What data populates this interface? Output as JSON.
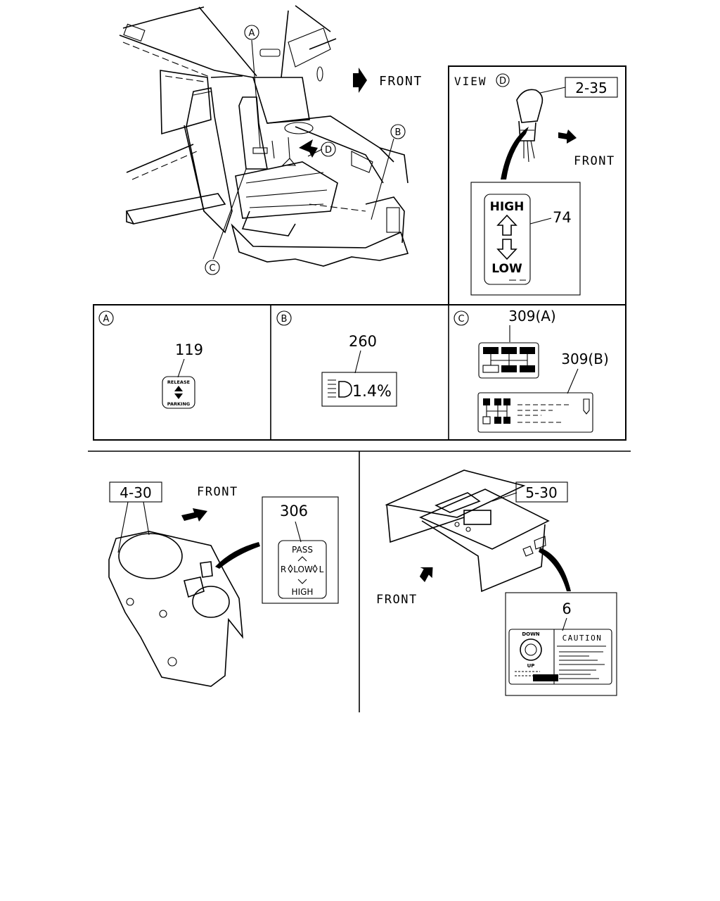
{
  "top_view": {
    "front_label": "FRONT",
    "callouts": {
      "a": "A",
      "b": "B",
      "c": "C",
      "d": "D"
    }
  },
  "view_d": {
    "title": "VIEW",
    "title_marker": "D",
    "ref": "2-35",
    "front_label": "FRONT",
    "part_number": "74",
    "label_high": "HIGH",
    "label_low": "LOW"
  },
  "panel_a": {
    "marker": "A",
    "part_number": "119",
    "label_release": "RELEASE",
    "label_parking": "PARKING"
  },
  "panel_b": {
    "marker": "B",
    "part_number": "260",
    "label_text": "1.4%"
  },
  "panel_c": {
    "marker": "C",
    "part_a": "309(A)",
    "part_b": "309(B)"
  },
  "bottom_left": {
    "ref": "4-30",
    "front_label": "FRONT",
    "part_number": "306",
    "label_pass": "PASS",
    "label_low": "LOW",
    "label_r": "R",
    "label_l": "L",
    "label_high": "HIGH"
  },
  "bottom_right": {
    "ref": "5-30",
    "front_label": "FRONT",
    "part_number": "6",
    "caution_title": "CAUTION",
    "label_down": "DOWN",
    "label_up": "UP"
  }
}
